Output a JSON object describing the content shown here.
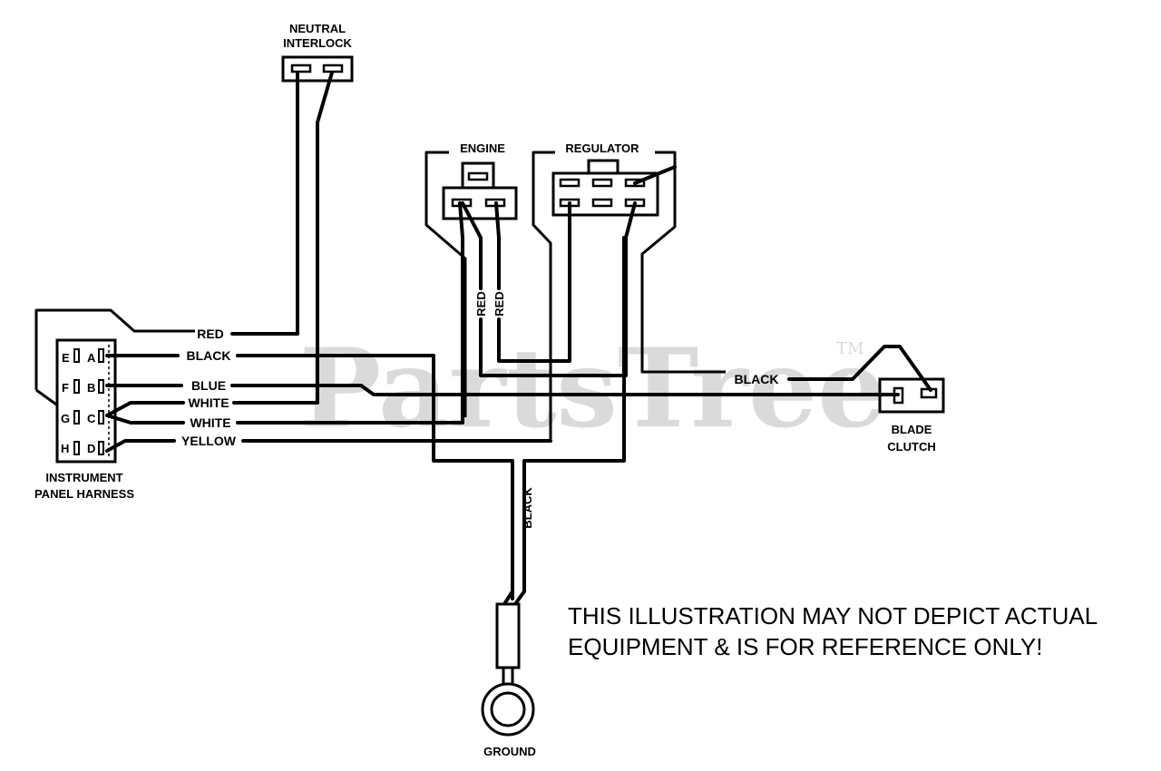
{
  "components": {
    "neutral_interlock": [
      "NEUTRAL",
      "INTERLOCK"
    ],
    "engine": "ENGINE",
    "regulator": "REGULATOR",
    "blade_clutch": [
      "BLADE",
      "CLUTCH"
    ],
    "instrument_panel_harness": [
      "INSTRUMENT",
      "PANEL HARNESS"
    ],
    "ground": "GROUND"
  },
  "pins": {
    "left": [
      "E",
      "F",
      "G",
      "H"
    ],
    "right": [
      "A",
      "B",
      "C",
      "D"
    ]
  },
  "wires": {
    "red_top": "RED",
    "black_a": "BLACK",
    "blue": "BLUE",
    "white_1": "WHITE",
    "white_2": "WHITE",
    "yellow": "YELLOW",
    "red_engine_1": "RED",
    "red_engine_2": "RED",
    "black_clutch": "BLACK",
    "black_ground": "BLACK"
  },
  "disclaimer": [
    "THIS ILLUSTRATION MAY NOT DEPICT ACTUAL",
    "EQUIPMENT & IS FOR REFERENCE ONLY!"
  ],
  "watermark": "PartsTree",
  "trademark": "TM"
}
